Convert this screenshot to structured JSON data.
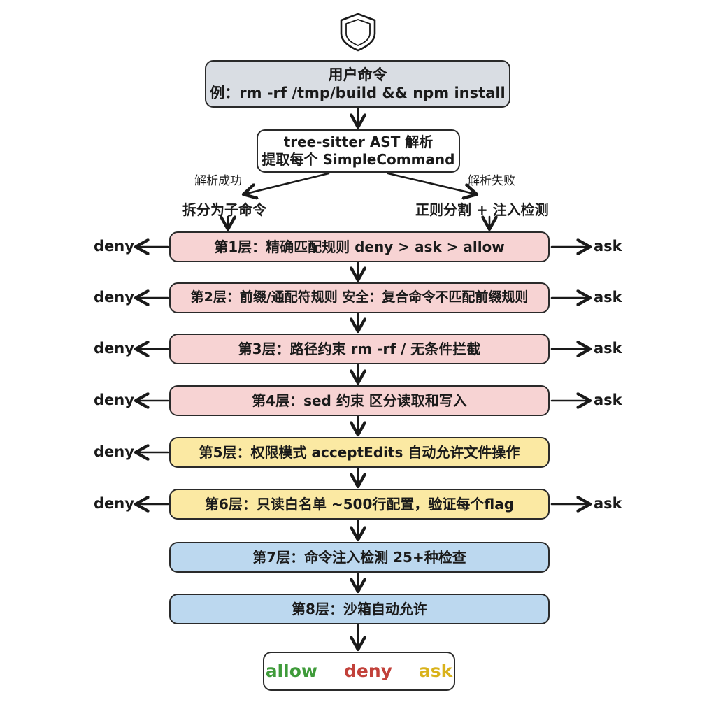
{
  "input": {
    "title": "用户命令",
    "example": "例：rm -rf /tmp/build && npm install"
  },
  "parser": {
    "line1": "tree-sitter AST 解析",
    "line2": "提取每个 SimpleCommand"
  },
  "branches": {
    "success_label": "解析成功",
    "success_action": "拆分为子命令",
    "fail_label": "解析失败",
    "fail_action": "正则分割 + 注入检测"
  },
  "layers": [
    {
      "text": "第1层：精确匹配规则 deny > ask > allow",
      "color": "#f7d3d3",
      "deny": "deny",
      "ask": "ask"
    },
    {
      "text": "第2层：前缀/通配符规则 安全：复合命令不匹配前缀规则",
      "color": "#f7d3d3",
      "deny": "deny",
      "ask": "ask"
    },
    {
      "text": "第3层：路径约束 rm -rf / 无条件拦截",
      "color": "#f7d3d3",
      "deny": "deny",
      "ask": "ask"
    },
    {
      "text": "第4层：sed 约束 区分读取和写入",
      "color": "#f7d3d3",
      "deny": "deny",
      "ask": "ask"
    },
    {
      "text": "第5层：权限模式 acceptEdits 自动允许文件操作",
      "color": "#fbe9a3",
      "deny": "deny",
      "ask": ""
    },
    {
      "text": "第6层：只读白名单 ~500行配置，验证每个flag",
      "color": "#fbe9a3",
      "deny": "deny",
      "ask": "ask"
    },
    {
      "text": "第7层：命令注入检测 25+种检查",
      "color": "#bcd8ef",
      "deny": "",
      "ask": ""
    },
    {
      "text": "第8层：沙箱自动允许",
      "color": "#bcd8ef",
      "deny": "",
      "ask": ""
    }
  ],
  "result": {
    "allow": "allow",
    "deny": "deny",
    "ask": "ask",
    "allow_color": "#3f9b3a",
    "deny_color": "#c2413a",
    "ask_color": "#d9b21a"
  },
  "icons": {
    "top": "shield-icon"
  }
}
